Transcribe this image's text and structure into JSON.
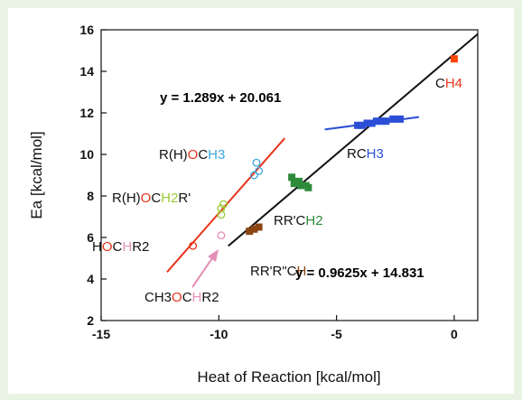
{
  "colors": {
    "background": "#e8f3e4",
    "plot_bg": "#ffffff",
    "black": "#111111",
    "red": "#e8341a",
    "blue": "#2b4fd6",
    "green": "#2e8b3a",
    "brown": "#8b4513",
    "cyan": "#3ba7e0",
    "yellowgreen": "#9acd32",
    "pink": "#e58fb6",
    "orange": "#ff4500"
  },
  "chart_data": {
    "type": "scatter",
    "xlabel": "Heat of Reaction [kcal/mol]",
    "ylabel": "Ea [kcal/mol]",
    "xlim": [
      -15,
      1
    ],
    "ylim": [
      2,
      16
    ],
    "xticks": [
      "-15",
      "-10",
      "-5",
      "0"
    ],
    "yticks": [
      "2",
      "4",
      "6",
      "8",
      "10",
      "12",
      "14",
      "16"
    ],
    "grid": false,
    "series": [
      {
        "color": "#ff4500",
        "marker": "square",
        "points": [
          [
            0.0,
            14.6
          ]
        ]
      },
      {
        "color": "#2b4fd6",
        "marker": "square",
        "points": [
          [
            -4.1,
            11.4
          ],
          [
            -3.9,
            11.4
          ],
          [
            -3.7,
            11.5
          ],
          [
            -3.5,
            11.5
          ],
          [
            -3.3,
            11.6
          ],
          [
            -3.1,
            11.6
          ],
          [
            -2.9,
            11.6
          ],
          [
            -2.6,
            11.7
          ],
          [
            -2.3,
            11.7
          ]
        ]
      },
      {
        "color": "#2e8b3a",
        "marker": "square",
        "points": [
          [
            -6.9,
            8.9
          ],
          [
            -6.8,
            8.6
          ],
          [
            -6.6,
            8.7
          ],
          [
            -6.5,
            8.5
          ],
          [
            -6.3,
            8.5
          ],
          [
            -6.2,
            8.4
          ]
        ]
      },
      {
        "color": "#8b4513",
        "marker": "square",
        "points": [
          [
            -8.7,
            6.3
          ],
          [
            -8.5,
            6.4
          ],
          [
            -8.3,
            6.5
          ]
        ]
      },
      {
        "color": "#3ba7e0",
        "marker": "circle",
        "points": [
          [
            -8.4,
            9.6
          ],
          [
            -8.3,
            9.2
          ],
          [
            -8.5,
            9.0
          ]
        ]
      },
      {
        "color": "#9acd32",
        "marker": "circle",
        "points": [
          [
            -9.8,
            7.6
          ],
          [
            -9.9,
            7.4
          ],
          [
            -9.9,
            7.1
          ]
        ]
      },
      {
        "color": "#e8341a",
        "marker": "circle",
        "points": [
          [
            -11.1,
            5.6
          ]
        ]
      },
      {
        "color": "#e58fb6",
        "marker": "circle",
        "points": [
          [
            -9.9,
            6.1
          ]
        ]
      }
    ],
    "fit_lines": [
      {
        "equation": "y = 1.289x + 20.061",
        "color": "#e8341a",
        "x_range": [
          -12.2,
          -7.2
        ],
        "slope": 1.289,
        "intercept": 20.061
      },
      {
        "equation": "y = 0.9625x + 14.831",
        "color": "#111111",
        "x_range": [
          -9.6,
          1.0
        ],
        "slope": 0.9625,
        "intercept": 14.831
      },
      {
        "color": "#2b4fd6",
        "x_range": [
          -5.5,
          -1.5
        ],
        "y_range": [
          11.2,
          11.8
        ]
      }
    ],
    "labels": [
      {
        "parts": [
          [
            "C",
            "#111111"
          ],
          [
            "H4",
            "#e8341a"
          ]
        ]
      },
      {
        "parts": [
          [
            "RC",
            "#111111"
          ],
          [
            "H3",
            "#2b4fd6"
          ]
        ]
      },
      {
        "parts": [
          [
            "RR'C",
            "#111111"
          ],
          [
            "H2",
            "#2e8b3a"
          ]
        ]
      },
      {
        "parts": [
          [
            "RR'R\"C",
            "#111111"
          ],
          [
            "H",
            "#8b4513"
          ]
        ]
      },
      {
        "parts": [
          [
            "R(H)",
            "#111111"
          ],
          [
            "O",
            "#e8341a"
          ],
          [
            "C",
            "#111111"
          ],
          [
            "H3",
            "#3ba7e0"
          ]
        ]
      },
      {
        "parts": [
          [
            "R(H)",
            "#111111"
          ],
          [
            "O",
            "#e8341a"
          ],
          [
            "C",
            "#111111"
          ],
          [
            "H2",
            "#9acd32"
          ],
          [
            "R'",
            "#111111"
          ]
        ]
      },
      {
        "parts": [
          [
            "H",
            "#111111"
          ],
          [
            "O",
            "#e8341a"
          ],
          [
            "C",
            "#111111"
          ],
          [
            "H",
            "#e58fb6"
          ],
          [
            "R2",
            "#111111"
          ]
        ]
      },
      {
        "parts": [
          [
            "CH3",
            "#111111"
          ],
          [
            "O",
            "#e8341a"
          ],
          [
            "C",
            "#111111"
          ],
          [
            "H",
            "#e58fb6"
          ],
          [
            "R2",
            "#111111"
          ]
        ]
      }
    ]
  }
}
